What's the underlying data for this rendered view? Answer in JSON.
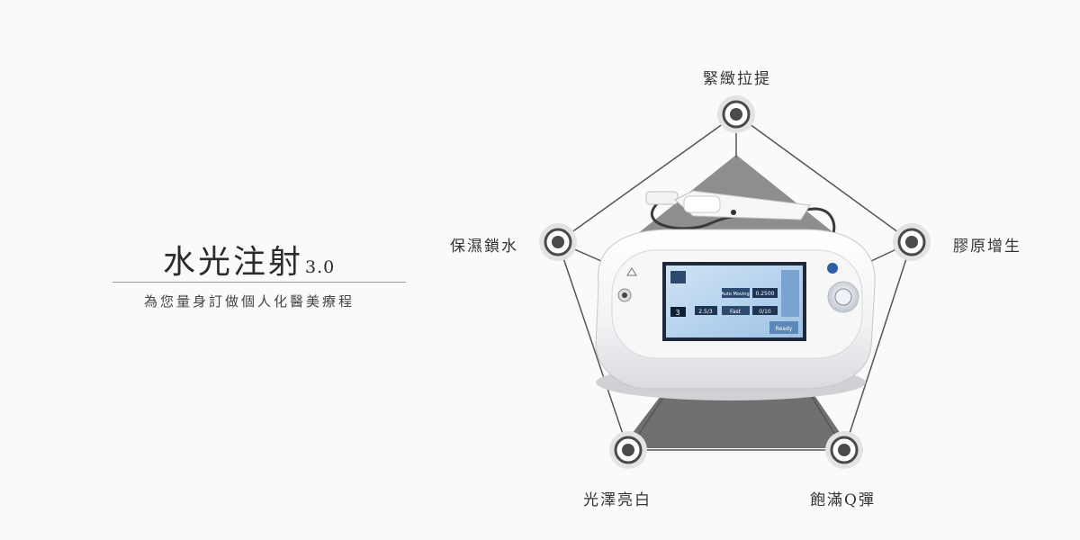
{
  "heading": {
    "title": "水光注射",
    "version": "3.0",
    "subtitle": "為您量身訂做個人化醫美療程"
  },
  "features": {
    "top": "緊緻拉提",
    "left": "保濕鎖水",
    "right": "膠原增生",
    "bottom_left": "光澤亮白",
    "bottom_right": "飽滿Q彈"
  },
  "device": {
    "screen": {
      "mode_label": "Auto Moving",
      "volume_value": "0.2500",
      "power_value": "3",
      "depth_value": "2.5/3",
      "fast_label": "Fast",
      "count_value": "0/10",
      "status_label": "Ready"
    }
  },
  "colors": {
    "background": "#fafafa",
    "line": "#555555",
    "node": "#4a4a4a"
  }
}
